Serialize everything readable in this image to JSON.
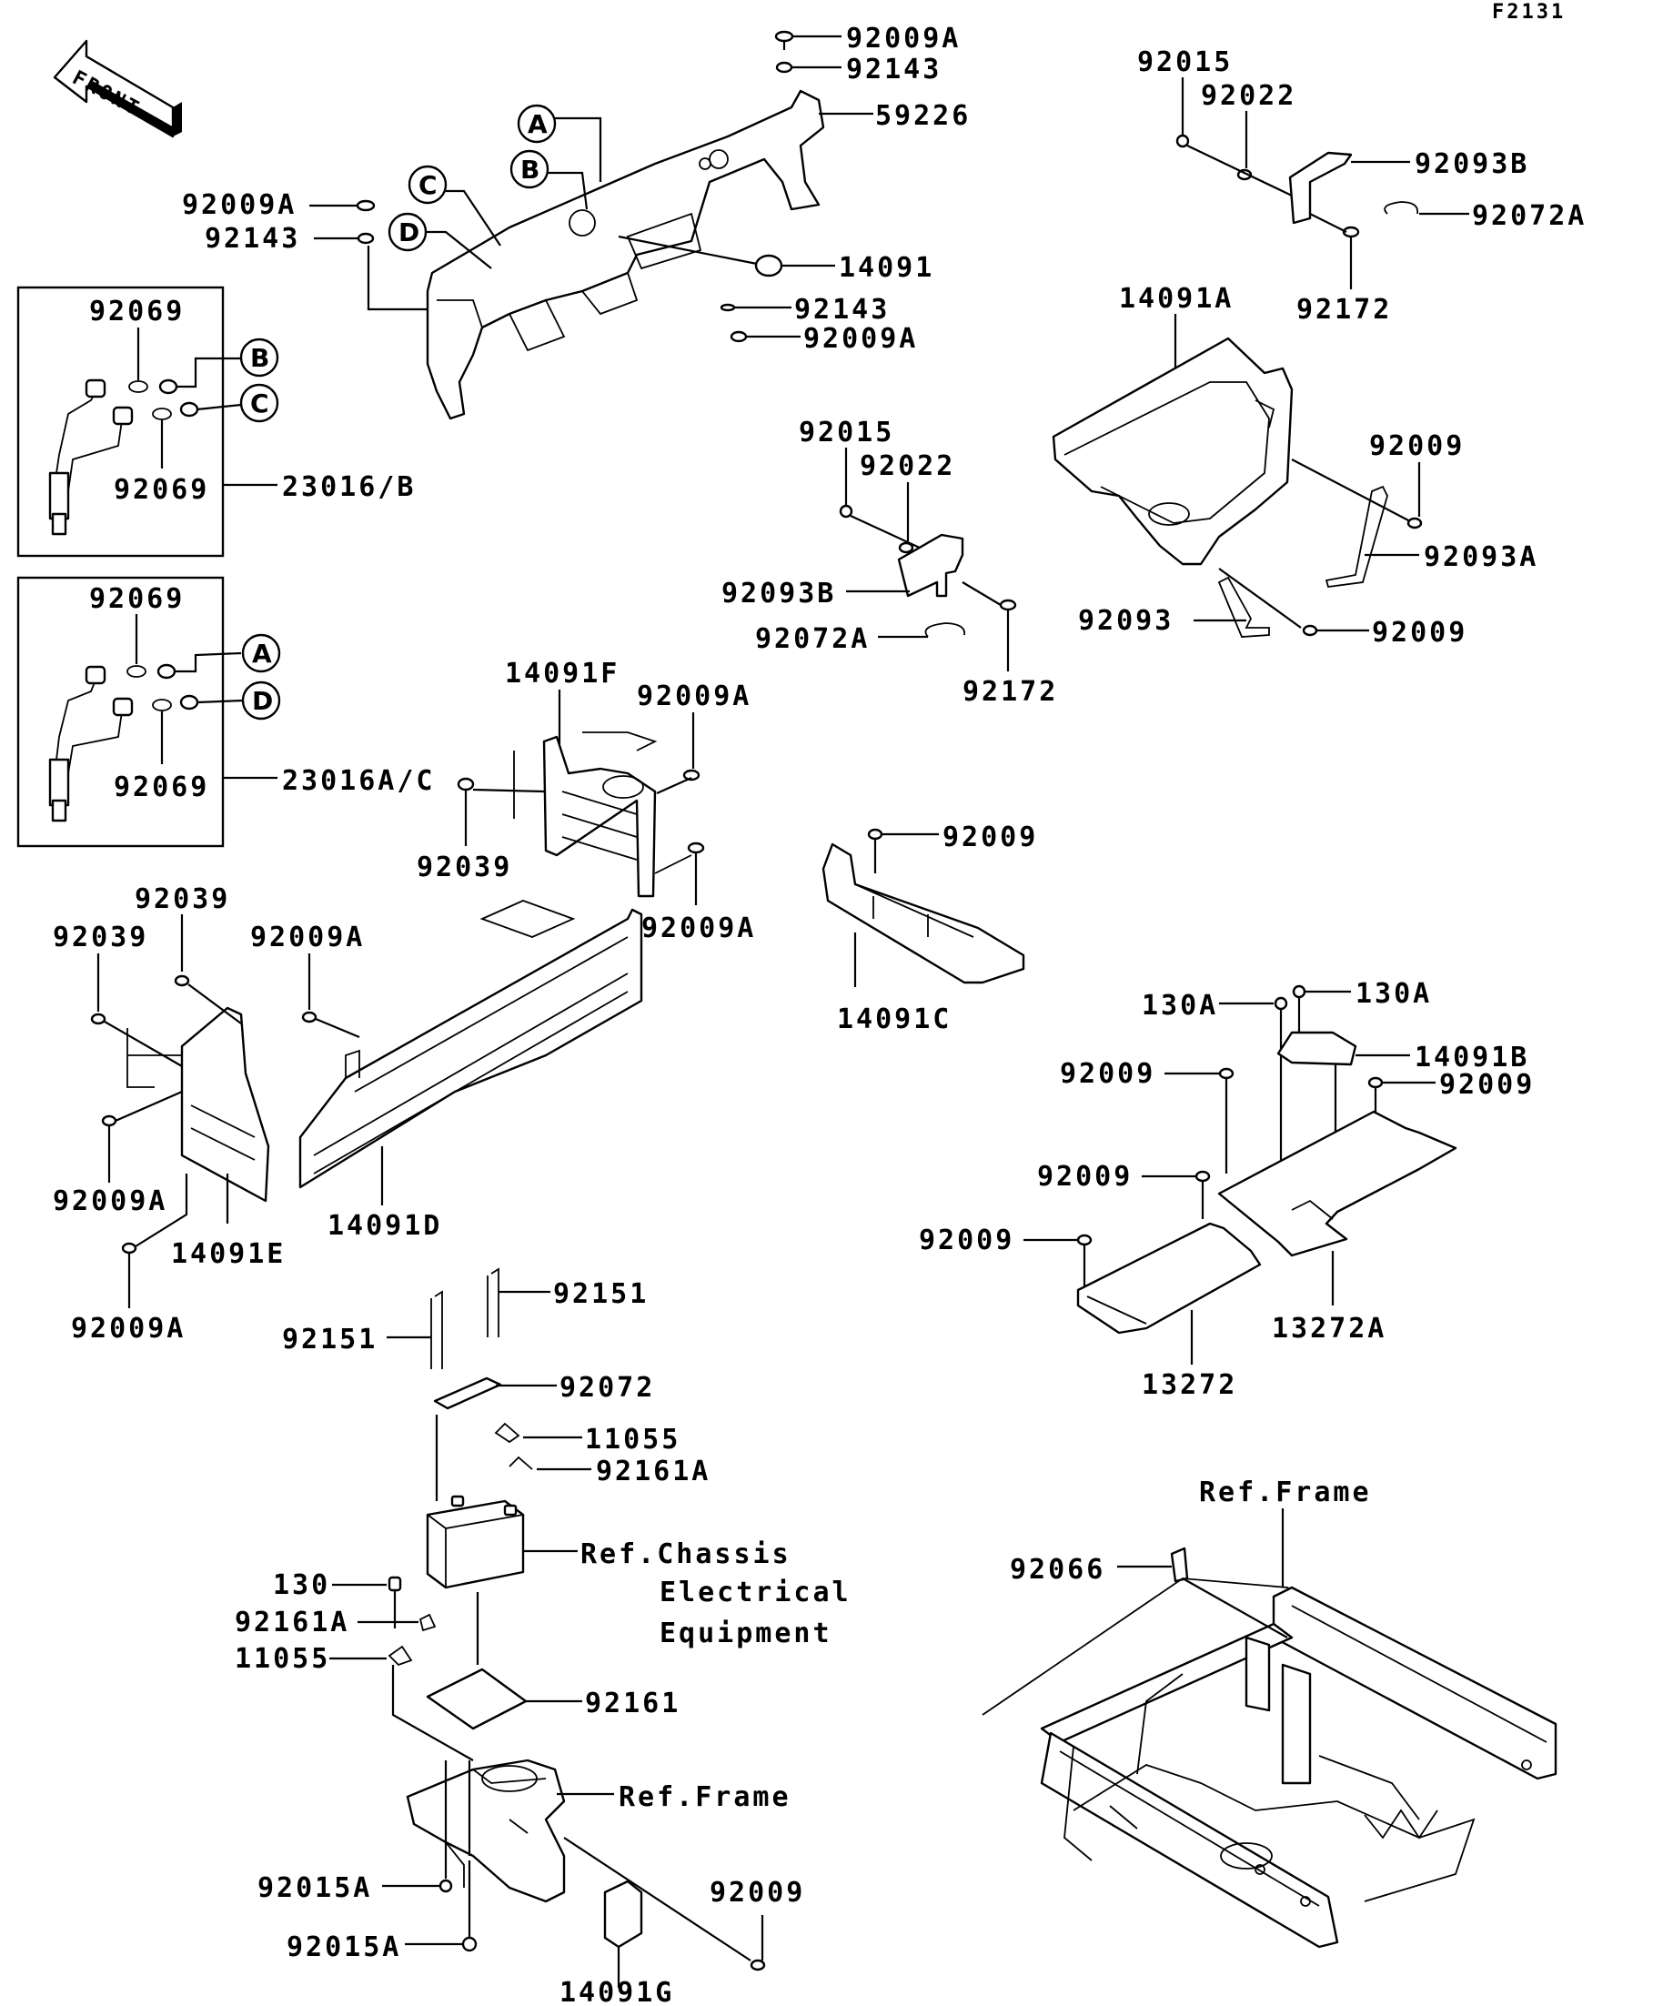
{
  "diagram_id": "F2131",
  "front_arrow_label": "FRONT",
  "callouts": {
    "A": "A",
    "B": "B",
    "C": "C",
    "D": "D"
  },
  "labels": {
    "p92009A_top": "92009A",
    "p92143_top": "92143",
    "p59226": "59226",
    "p92009A_left": "92009A",
    "p92143_left": "92143",
    "p14091": "14091",
    "p92143_mid": "92143",
    "p92009A_mid": "92009A",
    "p92015_tr": "92015",
    "p92022_tr": "92022",
    "p92093B_tr": "92093B",
    "p92072A_tr": "92072A",
    "p92172_tr": "92172",
    "p14091A": "14091A",
    "p92009_r1": "92009",
    "p92093A": "92093A",
    "p92093": "92093",
    "p92009_r2": "92009",
    "box1_92069_top": "92069",
    "box1_92069_bot": "92069",
    "p23016B": "23016/B",
    "box2_92069_top": "92069",
    "box2_92069_bot": "92069",
    "p23016AC": "23016A/C",
    "p92015_mid": "92015",
    "p92022_mid": "92022",
    "p92093B_mid": "92093B",
    "p92072A_mid": "92072A",
    "p92172_mid": "92172",
    "p14091F": "14091F",
    "p92009A_f": "92009A",
    "p92039_f": "92039",
    "p92009A_f2": "92009A",
    "p92039_a": "92039",
    "p92039_b": "92039",
    "p92009A_d": "92009A",
    "p92009A_e1": "92009A",
    "p14091E": "14091E",
    "p92009A_e2": "92009A",
    "p14091D": "14091D",
    "p92009_c": "92009",
    "p14091C": "14091C",
    "p130A_1": "130A",
    "p130A_2": "130A",
    "p14091B": "14091B",
    "p92009_b1": "92009",
    "p92009_b2": "92009",
    "p92009_b3": "92009",
    "p92009_b4": "92009",
    "p13272A": "13272A",
    "p13272": "13272",
    "p92151_r": "92151",
    "p92151_l": "92151",
    "p92072": "92072",
    "p11055_t": "11055",
    "p92161A_t": "92161A",
    "ref_chassis_1": "Ref.Chassis",
    "ref_chassis_2": "Electrical",
    "ref_chassis_3": "Equipment",
    "p130": "130",
    "p92161A_b": "92161A",
    "p11055_b": "11055",
    "p92161": "92161",
    "ref_frame_b": "Ref.Frame",
    "p92015A_1": "92015A",
    "p92015A_2": "92015A",
    "p92009_g": "92009",
    "p14091G": "14091G",
    "ref_frame_r": "Ref.Frame",
    "p92066": "92066"
  }
}
